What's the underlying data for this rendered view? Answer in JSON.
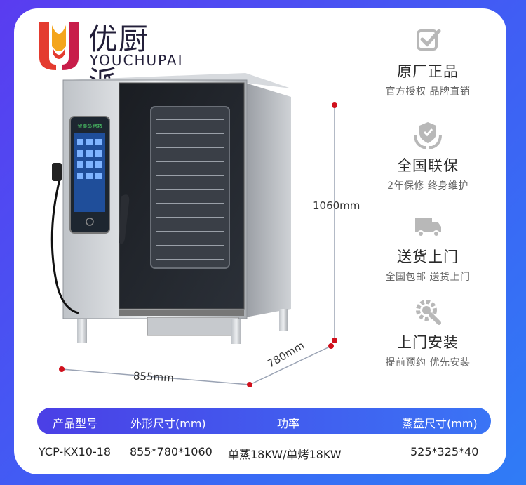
{
  "brand": {
    "name_cn": "优厨派",
    "name_en": "YOUCHUPAI",
    "logo_colors": [
      "#e43b2f",
      "#f4a51c",
      "#c81d4a"
    ]
  },
  "oven_panel": {
    "screen_title": "智能蒸烤箱"
  },
  "dimensions": {
    "height": "1060mm",
    "width": "855mm",
    "depth": "780mm",
    "marker_color": "#d0101c"
  },
  "features": [
    {
      "icon": "check-badge-icon",
      "title": "原厂正品",
      "subtitle": "官方授权 品牌直销"
    },
    {
      "icon": "shield-hands-icon",
      "title": "全国联保",
      "subtitle": "2年保修 终身维护"
    },
    {
      "icon": "delivery-truck-icon",
      "title": "送货上门",
      "subtitle": "全国包邮 送货上门"
    },
    {
      "icon": "gear-wrench-icon",
      "title": "上门安装",
      "subtitle": "提前预约 优先安装"
    }
  ],
  "spec_table": {
    "headers": [
      "产品型号",
      "外形尺寸(mm)",
      "功率",
      "蒸盘尺寸(mm)"
    ],
    "row": [
      "YCP-KX10-18",
      "855*780*1060",
      "单蒸18KW/单烤18KW",
      "525*325*40"
    ]
  },
  "colors": {
    "background_start": "#5a3cf0",
    "background_end": "#2f7cf6",
    "table_header": "#4b3fe6",
    "icon_gray": "#b8b8b8"
  }
}
